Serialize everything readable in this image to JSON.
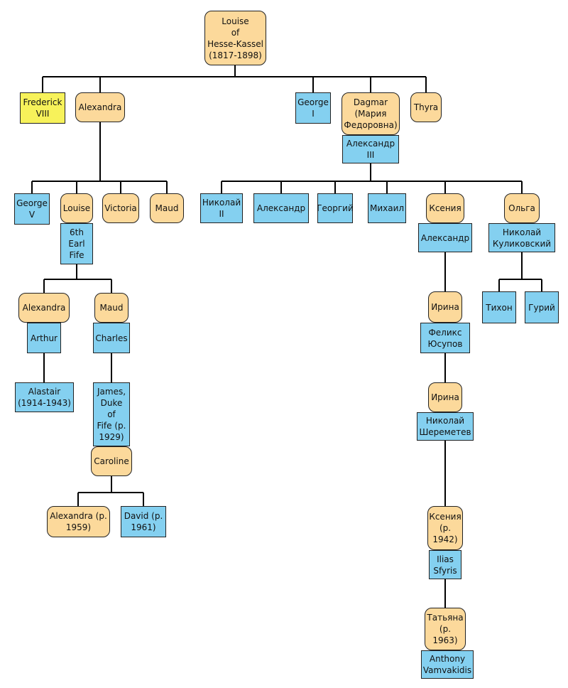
{
  "colors": {
    "female_fill": "#fcd99b",
    "male_fill": "#84d0f0",
    "highlight_fill": "#f7f25a",
    "line": "#000000"
  },
  "legend": {
    "female": "rounded peach box",
    "male": "blue rectangle",
    "highlight": "yellow rectangle"
  },
  "people": {
    "louise_hk": "Louise\nof\nHesse-Kassel\n(1817-1898)",
    "frederick_viii": "Frederick\nVIII",
    "alexandra": "Alexandra",
    "george_i": "George\nI",
    "dagmar": "Dagmar\n(Мария\nФедоровна)",
    "thyra": "Thyra",
    "alexander_iii": "Александр\nIII",
    "george_v": "George\nV",
    "louise": "Louise",
    "victoria": "Victoria",
    "maud": "Maud",
    "earl_fife": "6th\nEarl\nFife",
    "nikolai_ii": "Николай\nII",
    "aleksandr": "Александр",
    "georgy": "Георгий",
    "mikhail": "Михаил",
    "ksenia": "Ксения",
    "olga": "Ольга",
    "aleksandr_m": "Александр",
    "kulikovsky": "Николай\nКуликовский",
    "tikhon": "Тихон",
    "guriy": "Гурий",
    "alexandra_d": "Alexandra",
    "arthur": "Arthur",
    "maud_d": "Maud",
    "charles": "Charles",
    "alastair": "Alastair\n(1914-1943)",
    "james": "James,\nDuke\nof\nFife (p.\n1929)",
    "caroline": "Caroline",
    "alexandra_1959": "Alexandra (p.\n1959)",
    "david": "David (p.\n1961)",
    "irina": "Ирина",
    "felix": "Феликс\nЮсупов",
    "irina_2": "Ирина",
    "sheremetev": "Николай\nШереметев",
    "ksenia_1942": "Ксения\n(р.\n1942)",
    "ilias": "Ilias\nSfyris",
    "tatiana": "Татьяна\n(р.\n1963)",
    "anthony": "Anthony\nVamvakidis"
  }
}
